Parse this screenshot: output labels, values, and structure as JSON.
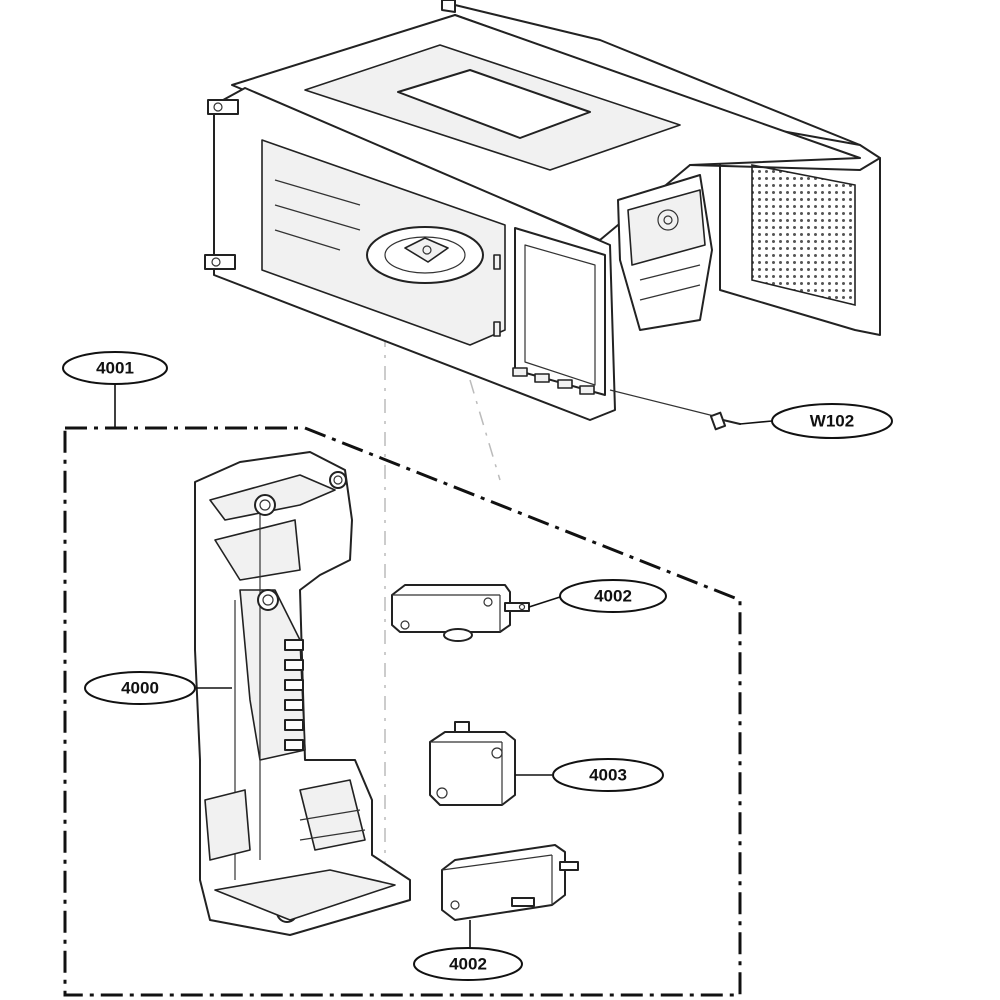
{
  "callouts": {
    "assembly": "4001",
    "latch_board": "4000",
    "switch_upper": "4002",
    "switch_middle": "4003",
    "switch_lower": "4002",
    "screw": "W102"
  }
}
